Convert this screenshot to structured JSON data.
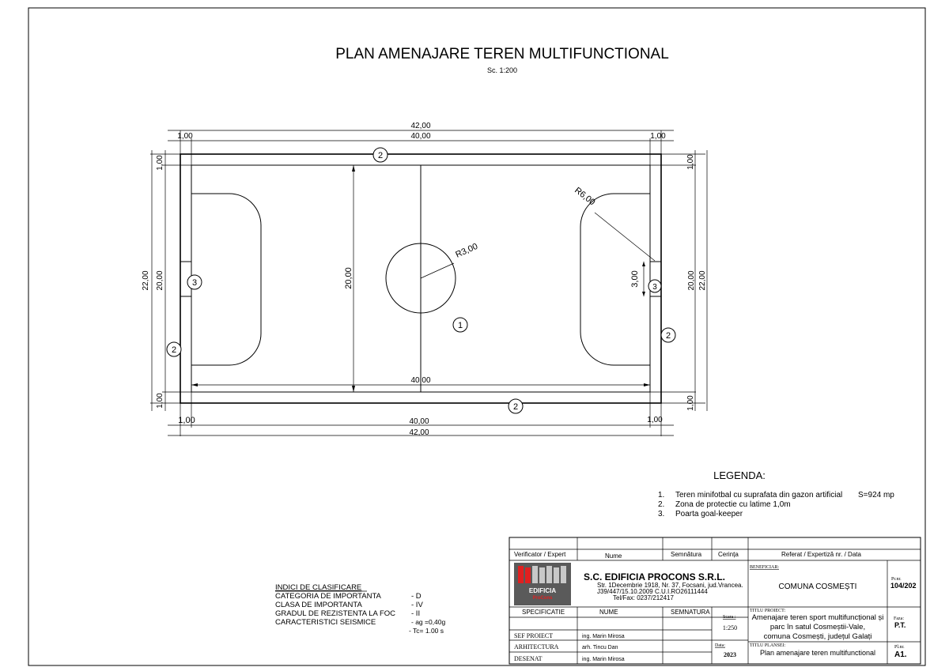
{
  "sheet": {
    "title": "PLAN AMENAJARE TEREN MULTIFUNCTIONAL",
    "scale": "Sc. 1:200"
  },
  "dims": {
    "total_w": "42,00",
    "inner_w": "40,00",
    "edge": "1,00",
    "total_h": "22,00",
    "inner_h": "20,00",
    "field_h": "20,00",
    "field_w": "40,00",
    "goal": "3,00",
    "r_center": "R3,00",
    "r_penalty": "R6,00"
  },
  "markers": {
    "one": "1",
    "two": "2",
    "three": "3"
  },
  "legend": {
    "title": "LEGENDA:",
    "items": [
      {
        "num": "1.",
        "text": "Teren minifotbal cu suprafata din gazon artificial",
        "extra": "S=924 mp"
      },
      {
        "num": "2.",
        "text": "Zona de protectie cu latime 1,0m",
        "extra": ""
      },
      {
        "num": "3.",
        "text": "Poarta goal-keeper",
        "extra": ""
      }
    ]
  },
  "indici": {
    "title": "INDICI DE CLASIFICARE",
    "rows": [
      {
        "label": "CATEGORIA DE IMPORTANTA",
        "value": "- D"
      },
      {
        "label": "CLASA DE IMPORTANTA",
        "value": "- IV"
      },
      {
        "label": "GRADUL DE REZISTENTA LA FOC",
        "value": "- II"
      },
      {
        "label": "CARACTERISTICI SEISMICE",
        "value": "- ag =0,40g"
      },
      {
        "label": "",
        "value": "- Tc= 1.00 s"
      }
    ]
  },
  "titleblock": {
    "verificator": "Verificator / Expert",
    "nume_h": "Nume",
    "semnatura_h": "Semnătura",
    "cerinta_h": "Cerința",
    "referat": "Referat / Expertiză nr. / Data",
    "logo_name": "EDIFICIA",
    "logo_sub": "ProCons",
    "company": "S.C.  EDIFICIA PROCONS  S.R.L.",
    "addr1": "Str. 1Decembrie 1918, Nr. 37, Focsani, jud.Vrancea.",
    "addr2": "J39/447/15.10.2009  C.U.I.RO26111444",
    "addr3": "Tel/Fax: 0237/212417",
    "beneficiar_label": "BENEFICIAR:",
    "beneficiar": "COMUNA COSMEȘTI",
    "prnr_label": "Pr.nr.",
    "prnr": "104/202",
    "specificatie": "SPECIFICATIE",
    "nume": "NUME",
    "semnatura": "SEMNATURA",
    "scara_label": "Scara :",
    "scara": "1:250",
    "titlu_proiect_label": "TITLU PROIECT:",
    "proiect1": "Amenajare teren sport multifuncțional și",
    "proiect2": "parc în satul Cosmeștii-Vale,",
    "proiect3": "comuna Cosmești, județul Galați",
    "faza_label": "Faza:",
    "faza": "P.T.",
    "sef_label": "SEF PROIECT",
    "sef": "ing. Marin Mirosa",
    "arh_label": "ARHITECTURA",
    "arh": "arh. Tincu Dan",
    "des_label": "DESENAT",
    "des": "ing. Marin Mirosa",
    "data_label": "Data:",
    "data": "2023",
    "titlu_plansei_label": "TITLU PLANSEI:",
    "plansa": "Plan amenajare teren multifunctional",
    "plnr_label": "Pl.nr.",
    "plnr": "A1."
  }
}
